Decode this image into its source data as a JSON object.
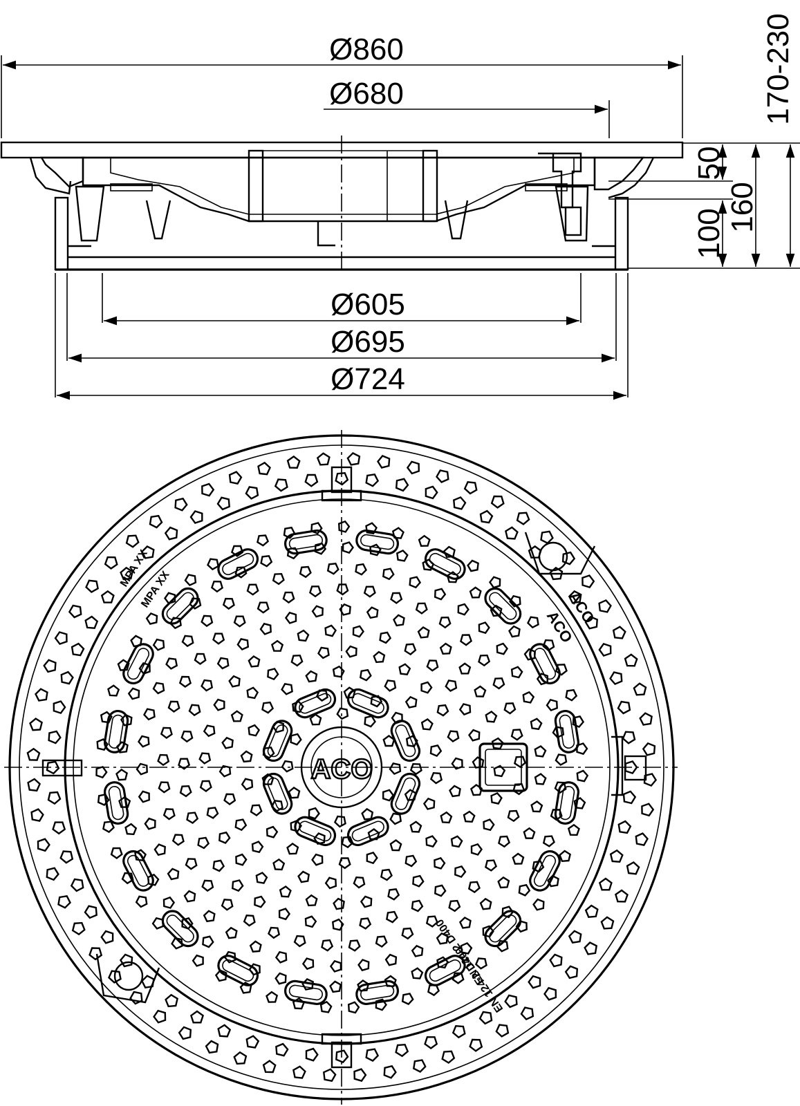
{
  "side_view": {
    "dim_top_outer": "Ø860",
    "dim_top_inner": "Ø680",
    "dim_bottom_1": "Ø605",
    "dim_bottom_2": "Ø695",
    "dim_bottom_3": "Ø724",
    "dim_height_total": "170-230",
    "dim_height_frame": "160",
    "dim_height_cover": "50",
    "dim_height_lower": "100"
  },
  "top_view": {
    "logo_center": "ACO",
    "logo_rim": "ACO",
    "logo_lid": "ACO",
    "mark_rim": "MPA XX",
    "mark_lid": "MPA XX",
    "standard_rim": "EN 124-2 D400",
    "standard_lid": "EN 124-2 D400"
  },
  "colors": {
    "line": "#000000",
    "background": "#ffffff"
  }
}
